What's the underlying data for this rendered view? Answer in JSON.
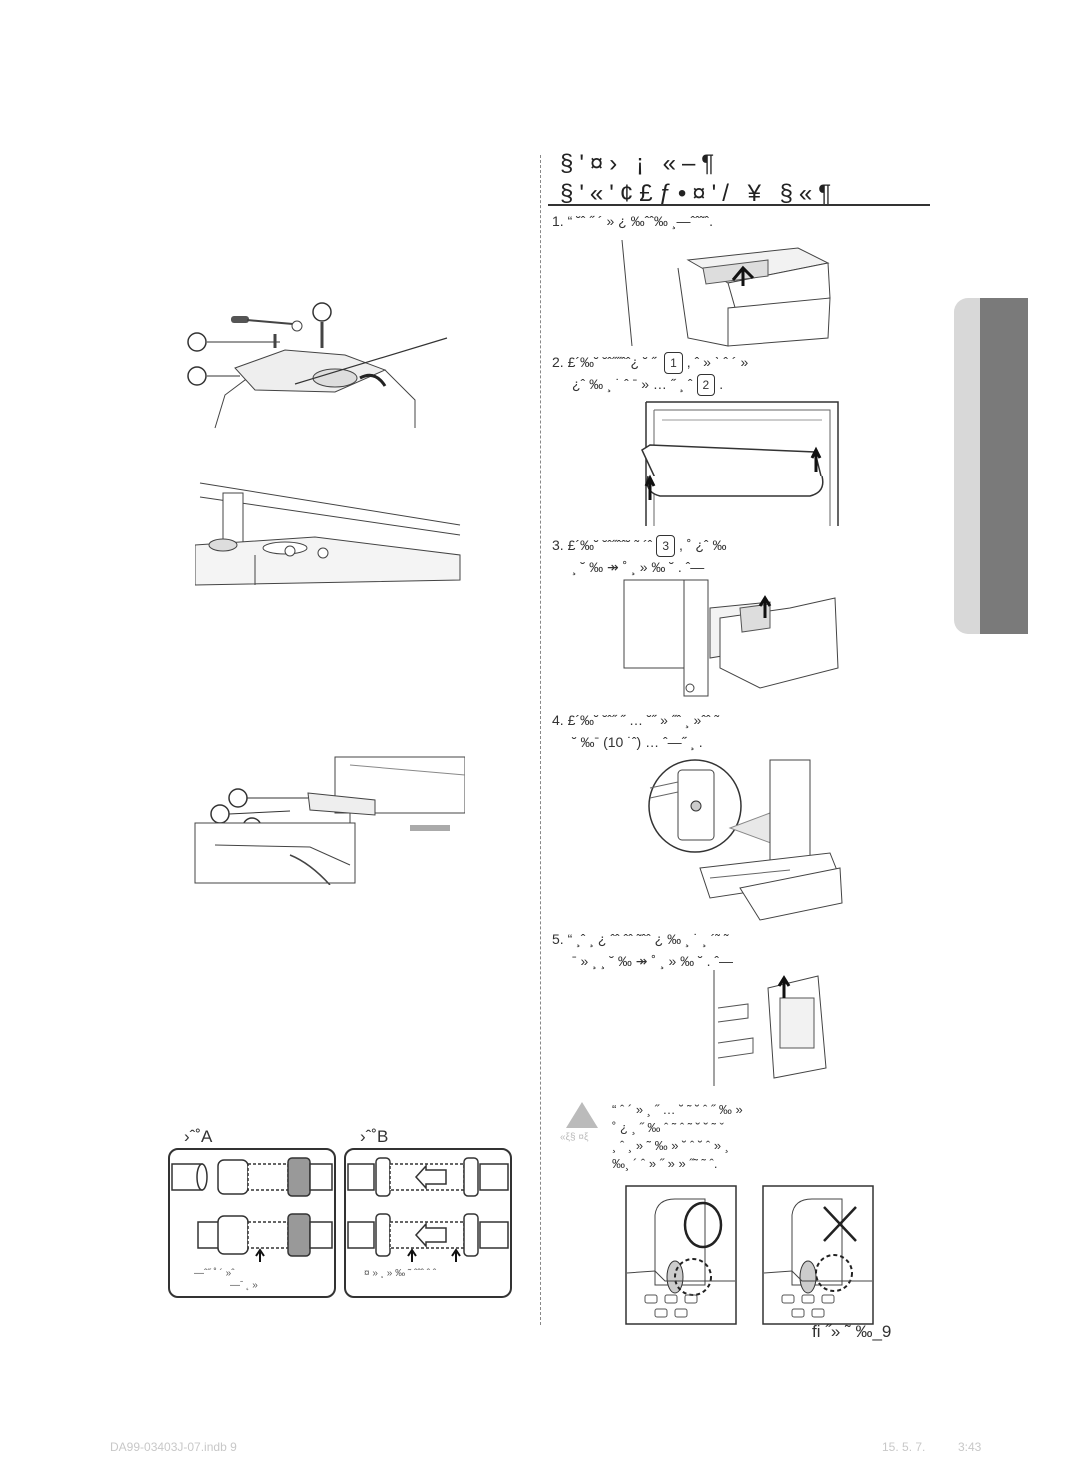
{
  "header": {
    "line1": "§'¤› ¡ «–¶",
    "line2": "§'«'¢£ƒ•¤'/ ¥ §«¶"
  },
  "steps": [
    {
      "num": "1.",
      "text": "“ ˘ˆ ˝ ´ » ¿ ‰ˆˆ‰ ¸—ˆˆ˜ˆ."
    },
    {
      "num": "2.",
      "text": "£´‰˘ ˘ˆ˝˝ˆˆ¿ ˘ ˝ ",
      "text2": ", ˆ » ˋ ˆ ´ »",
      "line2": "¿ˆ ‰ ¸ ˙ ˆ ˉ » … ˝ ¸ ˆ",
      "badge1": "1",
      "badge2": "2"
    },
    {
      "num": "3.",
      "text": "£´‰˘ ˘ˆ˝ˆˆ˘ ˜ ´ˆ",
      "text2": ", ˚ ¿ˆ ‰",
      "line2": "¸ ˘ ‰ ↠ ˚ ¸ » ‰ ˘ . ˆ—",
      "badge1": "3"
    },
    {
      "num": "4.",
      "text": "£´‰˘ ˘ˆ˝ ˝ … ˘˝ » ˝ˆ ¸ »ˆˆ ˜",
      "line2": "˘ ‰ˉ (10 ˙ˆ) … ˆ—˝ ¸ ."
    },
    {
      "num": "5.",
      "text": "“ ¸ˆ ¸ ¿ ˆˆ ˆˆ ˜ˆˆ ¿ ‰ ¸ ˙ ¸ ´˜ ˜",
      "line2": "ˉ » ¸ ¸ ˘ ‰ ↠ ˚ ¸ » ‰ ˘ . ˆ—"
    }
  ],
  "warning": {
    "lines": [
      "“ ˆ ´ » ¸ ˝ … ˘ ˜ ˘ ˆ ˝ ‰ »",
      "˚ ¿ ¸ ˝ ‰ ˆ ˜ ˆ ˜ ˘ ˘ ˜ ˇ",
      "¸ ˆ ¸ » ˜ ‰ » ˘ ˆ ˘ ˆ » ¸",
      "‰¸ ´ ˆ » ˝ » » ˝˜ ˜ ˆ."
    ],
    "icon_label": "«ξ§ ¤ξ"
  },
  "connectors": {
    "label_a": "›ˆ˚A",
    "label_b": "›ˆ˚B",
    "caption_a1": "—ˆ˝ ˚ ´ »ˆ",
    "caption_a2": "—ˉ ˛ »",
    "caption_b1": "¤ » ¸ » ‰ ˜ ˆˆˆ ˆ ˆ"
  },
  "figure_marks": {
    "ok": "O",
    "ng": "X"
  },
  "page_label": "ﬁ ˝» ˜ ‰_9",
  "footer": {
    "left": "DA99-03403J-07.indb 9",
    "date": "15. 5. 7.",
    "time": "3:43"
  }
}
